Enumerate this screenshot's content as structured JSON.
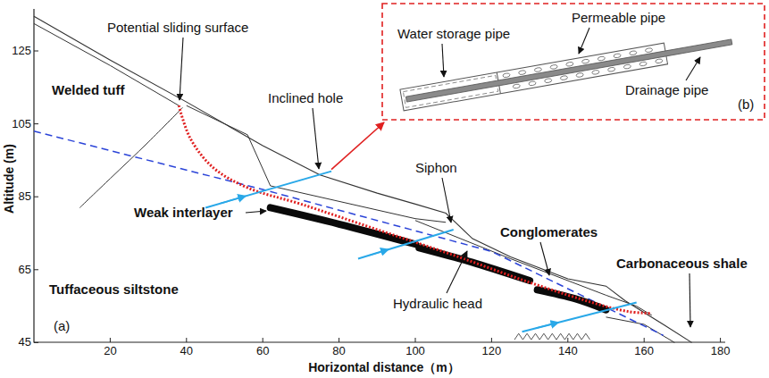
{
  "diagram": {
    "labels": [
      "Potential sliding surface",
      "Welded tuff",
      "Inclined hole",
      "Water storage pipe",
      "Permeable pipe",
      "Drainage pipe",
      "(b)",
      "Siphon",
      "Conglomerates",
      "Weak interlayer",
      "Tuffaceous siltstone",
      "Hydraulic head",
      "Carbonaceous shale",
      "(a)",
      "Altitude (m)",
      "125",
      "105",
      "85",
      "65",
      "45",
      "20",
      "40",
      "60",
      "80",
      "100",
      "120",
      "140",
      "160",
      "180",
      "Horizontal distance（m）"
    ]
  }
}
